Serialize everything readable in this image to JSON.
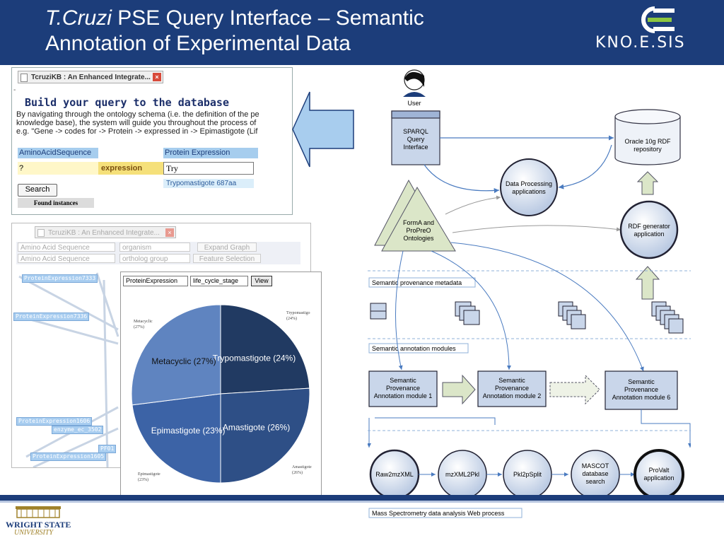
{
  "header": {
    "title_italic": "T.Cruzi",
    "title_line1_rest": " PSE Query Interface – Semantic",
    "title_line2": "Annotation of Experimental Data",
    "logo_text": "KNO.E.SIS",
    "colors": {
      "banner": "#1c3d7a",
      "logo_green": "#8cc63f"
    }
  },
  "query_screenshot": {
    "tab_title": "TcruziKB : An Enhanced Integrate...",
    "close_glyph": "×",
    "dash": "-",
    "heading": "Build your query to the database",
    "para_lines": [
      "By navigating through the ontology schema (i.e. the definition of the pe",
      "knowledge base), the system will guide you throughout the process of",
      "e.g. \"Gene -> codes for -> Protein -> expressed in -> Epimastigote (Lif"
    ],
    "col1_header": "AminoAcidSequence",
    "col2_header": "Protein Expression",
    "col1_value": "?",
    "relation": "expression",
    "input_value": "Try",
    "suggestion": "Trypomastigote 687aa",
    "search_label": "Search",
    "found_label": "Found instances"
  },
  "graph_screenshot": {
    "tab_title": "TcruziKB : An Enhanced Integrate...",
    "close_glyph": "×",
    "row1": {
      "select1": "Amino Acid Sequence",
      "select2": "organism",
      "button": "Expand Graph"
    },
    "row2": {
      "select1": "Amino Acid Sequence",
      "select2": "ortholog group",
      "button": "Feature Selection"
    },
    "nodes": [
      "ProteinExpression7333",
      "ProteinExpression7336",
      "ProteinExpression1606",
      "ProteinExpression1605",
      "enzyme_ec_3502",
      "PF01"
    ]
  },
  "pie_popup": {
    "select1": "ProteinExpression",
    "select2": "life_cycle_stage",
    "view_button": "View",
    "small_labels": {
      "metacyclic": [
        "Metacyclic",
        "(27%)"
      ],
      "trypomastigote": [
        "Trypomastigo",
        "(24%)"
      ],
      "epimastigote": [
        "Epimastigote",
        "(23%)"
      ],
      "amastigote": [
        "Amastigote",
        "(26%)"
      ]
    }
  },
  "chart_data": {
    "type": "pie",
    "title": "",
    "slices": [
      {
        "label": "Trypomastigote (24%)",
        "value": 24,
        "color": "#213a62"
      },
      {
        "label": "Amastigote (26%)",
        "value": 26,
        "color": "#2e4f86"
      },
      {
        "label": "Epimastigote (23%)",
        "value": 23,
        "color": "#3c63a6"
      },
      {
        "label": "Metacyclic (27%)",
        "value": 27,
        "color": "#5f84c0"
      }
    ]
  },
  "diagram": {
    "user_label": "User",
    "sparql_label": [
      "SPARQL",
      "Query",
      "Interface"
    ],
    "oracle_label": [
      "Oracle 10g RDF",
      "repository"
    ],
    "dpa_label": [
      "Data Processing",
      "applications"
    ],
    "ontologies_label": [
      "FormA and",
      "ProPreO",
      "Ontologies"
    ],
    "rdf_gen_label": [
      "RDF generator",
      "application"
    ],
    "section_metadata": "Semantic provenance metadata",
    "section_modules": "Semantic annotation modules",
    "section_ms": "Mass Spectrometry data analysis Web process",
    "modules": [
      [
        "Semantic",
        "Provenance",
        "Annotation module 1"
      ],
      [
        "Semantic",
        "Provenance",
        "Annotation module 2"
      ],
      [
        "Semantic",
        "Provenance",
        "Annotation module 6"
      ]
    ],
    "process_steps": [
      "Raw2mzXML",
      "mzXML2Pkl",
      "Pkl2pSplit",
      [
        "MASCOT",
        "database",
        "search"
      ],
      [
        "ProValt",
        "application"
      ]
    ]
  },
  "footer": {
    "university_line1": "WRIGHT STATE",
    "university_line2": "UNIVERSITY"
  }
}
